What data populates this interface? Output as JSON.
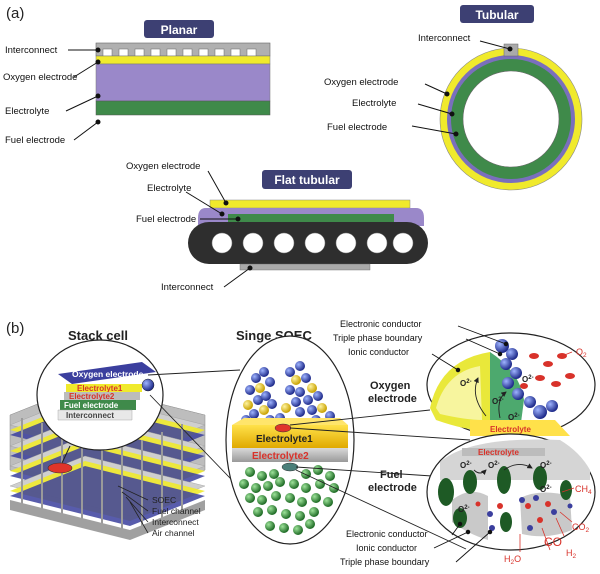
{
  "panel_a": {
    "label": "(a)",
    "planar": {
      "title": "Planar",
      "labels": {
        "interconnect": "Interconnect",
        "oxygen": "Oxygen electrode",
        "electrolyte": "Electrolyte",
        "fuel": "Fuel electrode"
      }
    },
    "tubular": {
      "title": "Tubular",
      "labels": {
        "interconnect": "Interconnect",
        "oxygen": "Oxygen electrode",
        "electrolyte": "Electrolyte",
        "fuel": "Fuel electrode"
      }
    },
    "flat_tubular": {
      "title": "Flat tubular",
      "labels": {
        "oxygen": "Oxygen electrode",
        "electrolyte": "Electrolyte",
        "fuel": "Fuel electrode",
        "interconnect": "Interconnect"
      }
    }
  },
  "panel_b": {
    "label": "(b)",
    "stack": {
      "title": "Stack cell",
      "zoom_labels": {
        "oxygen": "Oxygen electrode",
        "electrolyte1": "Electrolyte1",
        "electrolyte2": "Electrolyte2",
        "fuel": "Fuel electrode",
        "interconnect": "Interconnect"
      },
      "legend": {
        "soec": "SOEC",
        "fuel_channel": "Fuel channel",
        "interconnect": "Interconnect",
        "air_channel": "Air channel"
      }
    },
    "single": {
      "title": "Singe SOEC",
      "electrolyte1": "Electrolyte1",
      "electrolyte2": "Electrolyte2"
    },
    "oxygen_side": {
      "title_line1": "Oxygen",
      "title_line2": "electrode",
      "labels": {
        "electronic": "Electronic conductor",
        "tpb": "Triple phase boundary",
        "ionic": "Ionic conductor"
      },
      "o2": "O",
      "o2_sub": "2",
      "ion": "O",
      "ion_sup": "2-",
      "electrolyte": "Electrolyte"
    },
    "fuel_side": {
      "title_line1": "Fuel",
      "title_line2": "electrode",
      "labels": {
        "electronic": "Electronic conductor",
        "ionic": "Ionic conductor",
        "tpb": "Triple phase boundary"
      },
      "electrolyte": "Electrolyte",
      "ch": "CH",
      "ch_sub": "4",
      "co2": "CO",
      "co2_sub": "2",
      "co": "CO",
      "h2": "H",
      "h2_sub": "2",
      "h2o": "H",
      "h2o_sub": "2",
      "h2o_tail": "O",
      "ion": "O",
      "ion_sup": "2-"
    }
  },
  "colors": {
    "badge": "#3d4073",
    "yellow": "#f0ea2c",
    "purple": "#9a88c9",
    "green": "#3f8a4a",
    "gray": "#aaaaaa",
    "dark": "#3a3a3a",
    "red_text": "#d8322a"
  }
}
